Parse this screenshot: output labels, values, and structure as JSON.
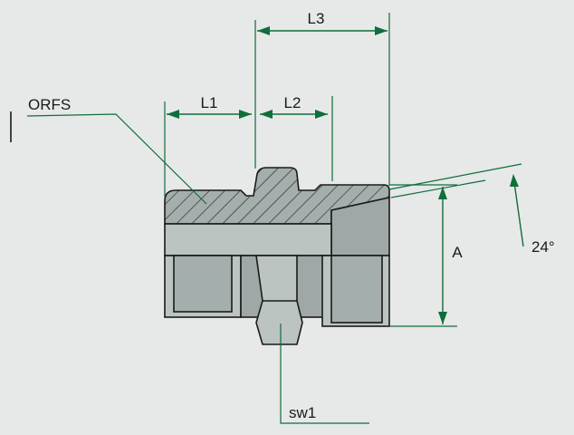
{
  "labels": {
    "orfs": "ORFS",
    "l1": "L1",
    "l2": "L2",
    "l3": "L3",
    "a": "A",
    "angle": "24°",
    "sw1": "sw1"
  },
  "colors": {
    "background": "#e7e8e8",
    "dimension_lines": "#0f6e3a",
    "body_fill": "#9fa8a6",
    "bore_fill": "#bcc4c2",
    "outline": "#1a1a1a"
  }
}
